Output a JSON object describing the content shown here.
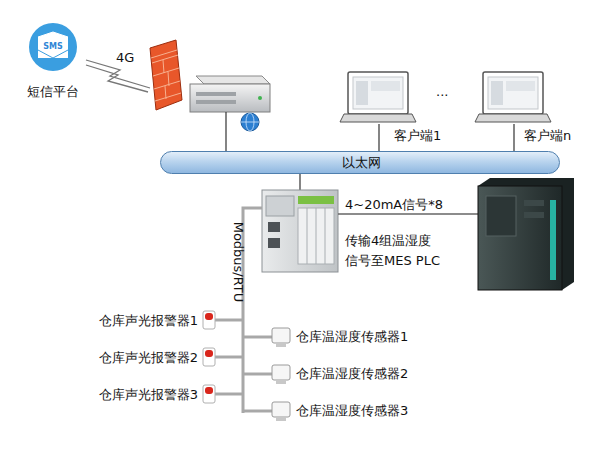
{
  "diagram": {
    "nodes": [
      {
        "text": [
          "SMS",
          "短信平台"
        ]
      },
      {
        "text": [
          "客户端1"
        ]
      },
      {
        "text": [
          "客户端n"
        ]
      },
      {
        "text": [
          "以太网"
        ]
      },
      {
        "text": [
          "仓库声光报警器1"
        ]
      },
      {
        "text": [
          "仓库温湿度传感器1"
        ]
      },
      {
        "text": [
          "仓库声光报警器2"
        ]
      },
      {
        "text": [
          "仓库温湿度传感器2"
        ]
      },
      {
        "text": [
          "仓库声光报警器3"
        ]
      },
      {
        "text": [
          "仓库温湿度传感器3"
        ]
      }
    ],
    "edges": [
      {
        "from": 1,
        "to": 3,
        "arrow": "none"
      },
      {
        "from": 2,
        "to": 3,
        "arrow": "none"
      }
    ],
    "labels": [
      "4G",
      "...",
      "Modbus/RTU",
      "4~20mA信号*8",
      "传输4组温湿度信号至MES PLC"
    ]
  }
}
